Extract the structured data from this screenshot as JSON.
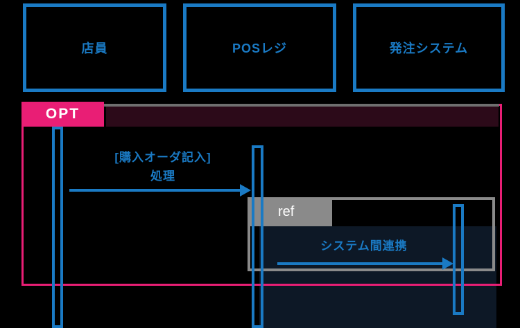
{
  "participants": [
    {
      "label": "店員"
    },
    {
      "label": "POSレジ"
    },
    {
      "label": "発注システム"
    }
  ],
  "fragments": {
    "opt_label": "OPT",
    "ref_label": "ref"
  },
  "messages": {
    "purchase_order": {
      "line1": "[購入オーダ記入]",
      "line2": "処理"
    },
    "system_link": {
      "label": "システム間連携"
    }
  },
  "colors": {
    "blue": "#1a7ac4",
    "pink": "#e91e75",
    "gray": "#8a8a8a",
    "dark_maroon": "#2c0a19",
    "dark_navy": "#0d1826",
    "background": "#000000"
  }
}
